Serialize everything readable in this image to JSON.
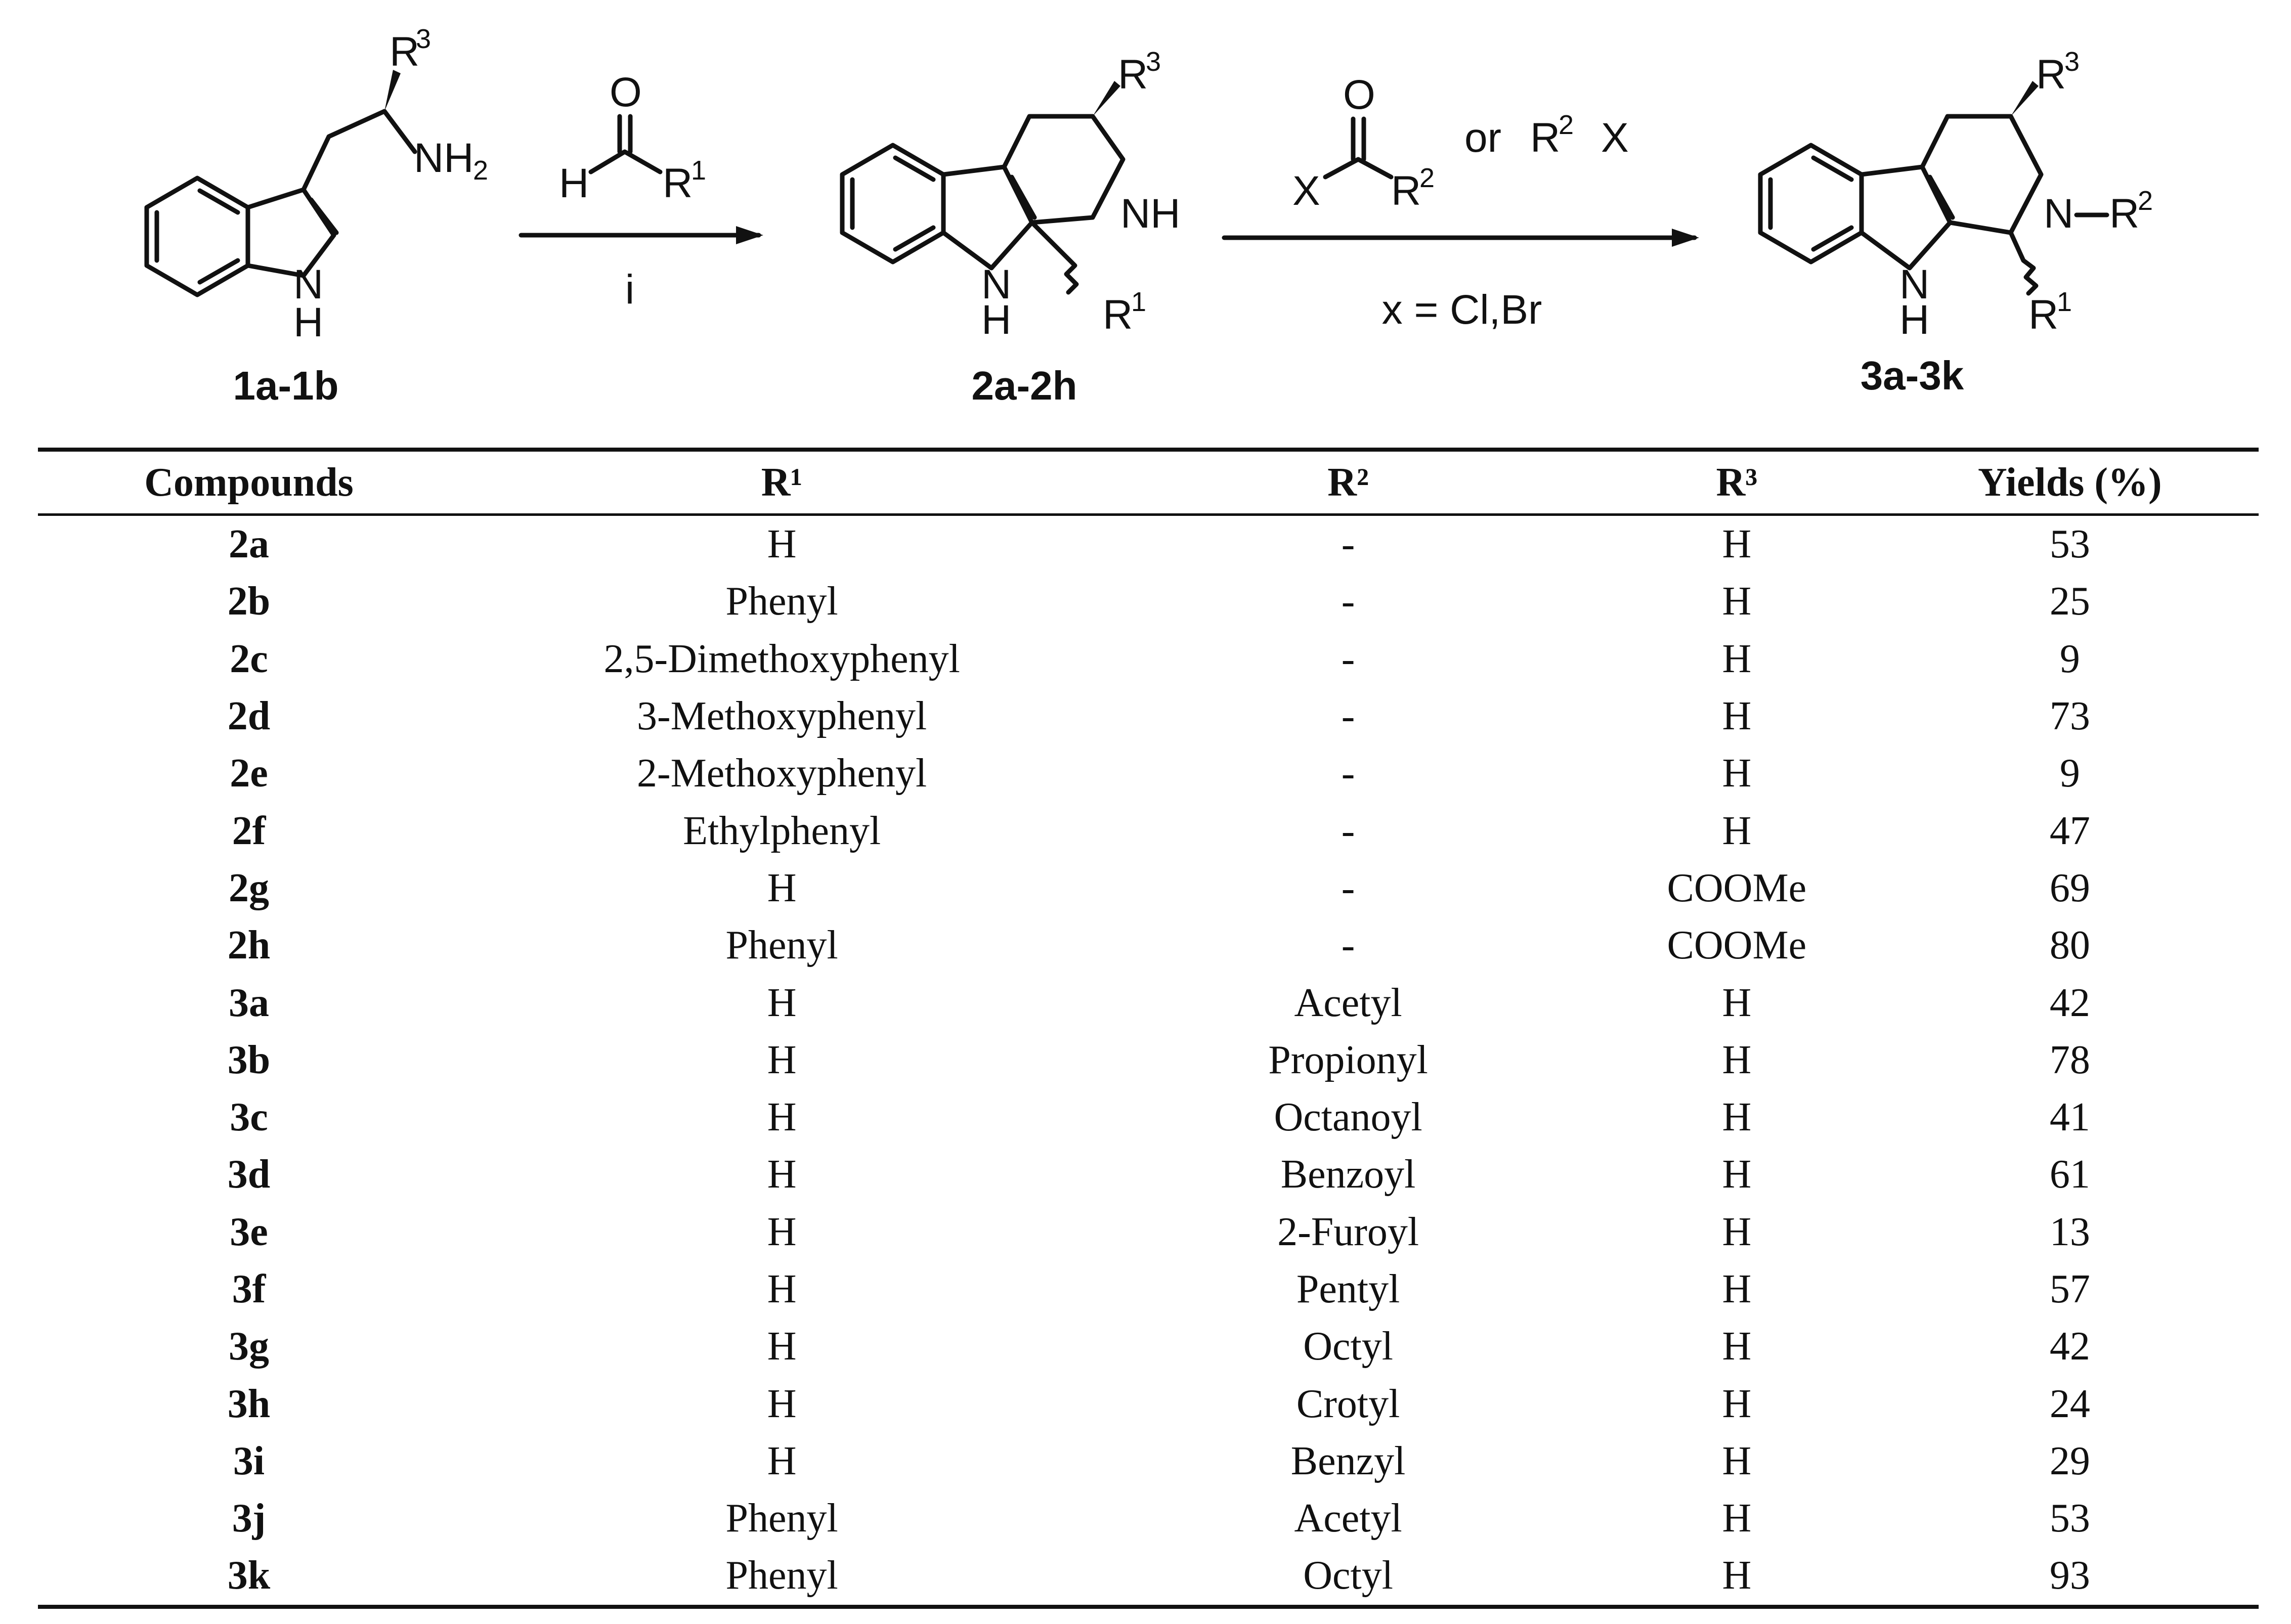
{
  "scheme": {
    "compound_labels": [
      "1a-1b",
      "2a-2h",
      "3a-3k"
    ],
    "reagent_step1": "i",
    "reagent_step2_or": "or",
    "reagent_step2_condition": "x = Cl,Br",
    "atoms": {
      "R": "R",
      "sup1": "1",
      "sup2": "2",
      "sup3": "3",
      "NH2": "NH",
      "sub2": "2",
      "NH": "NH",
      "N": "N",
      "H": "H",
      "O": "O",
      "X": "X"
    }
  },
  "table": {
    "headers": [
      "Compounds",
      "R¹",
      "R²",
      "R³",
      "Yields (%)"
    ],
    "rows": [
      [
        "2a",
        "H",
        "-",
        "H",
        "53"
      ],
      [
        "2b",
        "Phenyl",
        "-",
        "H",
        "25"
      ],
      [
        "2c",
        "2,5-Dimethoxyphenyl",
        "-",
        "H",
        "9"
      ],
      [
        "2d",
        "3-Methoxyphenyl",
        "-",
        "H",
        "73"
      ],
      [
        "2e",
        "2-Methoxyphenyl",
        "-",
        "H",
        "9"
      ],
      [
        "2f",
        "Ethylphenyl",
        "-",
        "H",
        "47"
      ],
      [
        "2g",
        "H",
        "-",
        "COOMe",
        "69"
      ],
      [
        "2h",
        "Phenyl",
        "-",
        "COOMe",
        "80"
      ],
      [
        "3a",
        "H",
        "Acetyl",
        "H",
        "42"
      ],
      [
        "3b",
        "H",
        "Propionyl",
        "H",
        "78"
      ],
      [
        "3c",
        "H",
        "Octanoyl",
        "H",
        "41"
      ],
      [
        "3d",
        "H",
        "Benzoyl",
        "H",
        "61"
      ],
      [
        "3e",
        "H",
        "2-Furoyl",
        "H",
        "13"
      ],
      [
        "3f",
        "H",
        "Pentyl",
        "H",
        "57"
      ],
      [
        "3g",
        "H",
        "Octyl",
        "H",
        "42"
      ],
      [
        "3h",
        "H",
        "Crotyl",
        "H",
        "24"
      ],
      [
        "3i",
        "H",
        "Benzyl",
        "H",
        "29"
      ],
      [
        "3j",
        "Phenyl",
        "Acetyl",
        "H",
        "53"
      ],
      [
        "3k",
        "Phenyl",
        "Octyl",
        "H",
        "93"
      ]
    ]
  }
}
